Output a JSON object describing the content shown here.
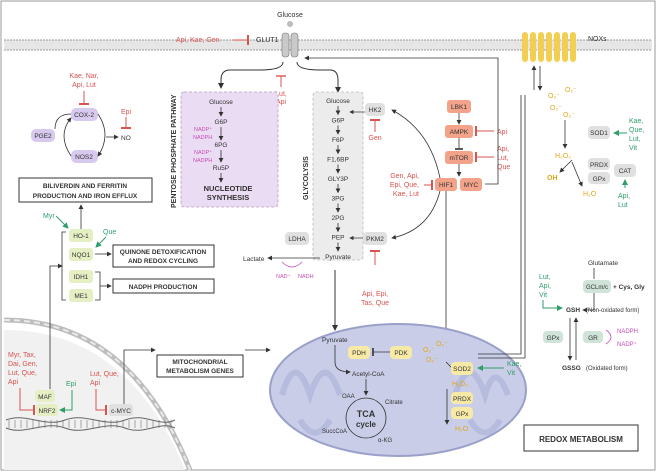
{
  "colors": {
    "inhibitor": "#d9534f",
    "activator": "#2e9e6a",
    "nadph": "#c64fb6",
    "yellow_box": "#f7e9a6",
    "green_box": "#e4efc4",
    "gray_box": "#e0e0e0",
    "salmon_box": "#f2a38a",
    "ppp_box": "#eadcf2",
    "mito_fill": "#c9cde8"
  },
  "membrane": {
    "glucose_top": "Glucose",
    "glut1": "GLUT1",
    "glut1_inhibitors": "Api, Kae, Gen",
    "nox": "NOXs"
  },
  "ppp": {
    "title": "PENTOSE PHOSPHATE PATHWAY",
    "inhibitors": [
      "Lut,",
      "Api"
    ],
    "glucose": "Glucose",
    "g6p": "G6P",
    "nadp1": "NADP⁺",
    "nadph1": "NADPH",
    "pg6": "6PG",
    "nadp2": "NADP⁺",
    "nadph2": "NADPH",
    "ru5p": "Ru5P",
    "synth": [
      "NUCLEOTIDE",
      "SYNTHESIS"
    ]
  },
  "glycolysis": {
    "title": "GLYCOLYSIS",
    "steps": [
      "Glucose",
      "G6P",
      "F6P",
      "F1,6BP",
      "GLY3P",
      "3PG",
      "2PG",
      "PEP",
      "Pyruvate"
    ],
    "hk2": "HK2",
    "hk2_inhibitor": "Gen",
    "pkm2": "PKM2",
    "pkm2_inhibitors": [
      "Api, Epi,",
      "Tas, Que"
    ],
    "ldha": "LDHA",
    "lactate": "Lactate",
    "nad": "NAD⁺",
    "nadh": "NADH"
  },
  "signaling": {
    "lbk1": "LBK1",
    "ampk": "AMPK",
    "ampk_inhibitor": "Api",
    "mtor": "mTOR",
    "mtor_inhibitors": [
      "Api,",
      "Lut,",
      "Que"
    ],
    "hif1": "HIF1",
    "myc": "MYC",
    "hif1_inhibitors": [
      "Gen, Api,",
      "Epi, Que,",
      "Kae, Lut"
    ]
  },
  "left": {
    "cox2_inhibitors": [
      "Kae, Nar,",
      "Api, Lut"
    ],
    "epi": "Epi",
    "cox2": "COX-2",
    "pge2": "PGE2",
    "nos2": "NOS2",
    "no": "NO",
    "biliverdin": [
      "BILIVERDIN AND FERRITIN",
      "PRODUCTION AND IRON EFFLUX"
    ],
    "myr": "Myr",
    "que": "Que",
    "ho1": "HO-1",
    "nqo1": "NQO1",
    "idh1": "IDH1",
    "me1": "ME1",
    "quinone": [
      "QUINONE DETOXIFICATION",
      "AND REDOX CYCLING"
    ],
    "nadph_prod": "NADPH PRODUCTION",
    "mito_genes": [
      "MITOCHONDRIAL",
      "METABOLISM GENES"
    ],
    "nrf2_inhibitors": [
      "Myr, Tax,",
      "Dai, Gen,",
      "Lut, Que,",
      "Api"
    ],
    "epi2": "Epi",
    "maf": "MAF",
    "nrf2": "NRF2",
    "cmyc_inhibitors": [
      "Lut, Que,",
      "Api"
    ],
    "cmyc": "c-MYC"
  },
  "mito": {
    "pyruvate": "Pyruvate",
    "pdh": "PDH",
    "pdk": "PDK",
    "acetyl": "Acetyl-CoA",
    "oaa": "OAA",
    "citrate": "Citrate",
    "tca": [
      "TCA",
      "cycle"
    ],
    "succ": "SuccCoA",
    "akg": "α-KG",
    "sod2": "SOD2",
    "sod2_activators": [
      "Kae,",
      "Vit"
    ],
    "h2o2": "H₂O₂",
    "prdx": "PRDX",
    "gpx": "GPx",
    "h2o": "H₂O"
  },
  "right": {
    "sod1": "SOD1",
    "sod1_activators": [
      "Kae,",
      "Que,",
      "Lut,",
      "Vit"
    ],
    "h2o2": "H₂O₂",
    "prdx": "PRDX",
    "gpx": "GPx",
    "cat": "CAT",
    "oh": "OH",
    "h2o": "H₂O",
    "cat_activators": [
      "Api,",
      "Lut"
    ],
    "glutamate": "Glutamate",
    "gclm": "GCLm/c",
    "cys": "+ Cys, Gly",
    "gsh_activators": [
      "Lut,",
      "Api,",
      "Vit"
    ],
    "gsh": "GSH",
    "gsh_form": "(Non-oxidated form)",
    "gpx2": "GPx",
    "gr": "GR",
    "nadph": "NADPH",
    "nadp": "NADP⁺",
    "gssg": "GSSG",
    "gssg_form": "(Oxidated form)",
    "redox": "REDOX METABOLISM"
  }
}
